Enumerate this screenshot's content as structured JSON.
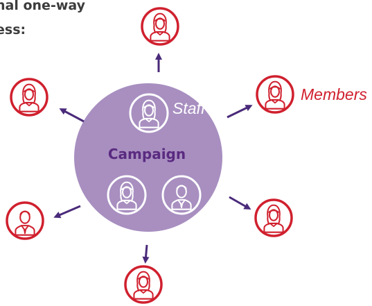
{
  "heading": {
    "line1": "nal one-way",
    "line2": "ess:"
  },
  "center": {
    "label": "Campaign",
    "staff_label": "Staff"
  },
  "outer": {
    "members_label": "Members"
  },
  "colors": {
    "circle_fill": "#a88fc0",
    "member_ring": "#d0202e",
    "arrow": "#4a2a7a",
    "center_text": "#5a2a80",
    "members_text": "#d0202e",
    "staff_text": "#ffffff",
    "heading_text": "#3c3c3c"
  },
  "icons": {
    "member_icon": "person-icon",
    "staff_icon": "person-icon"
  }
}
